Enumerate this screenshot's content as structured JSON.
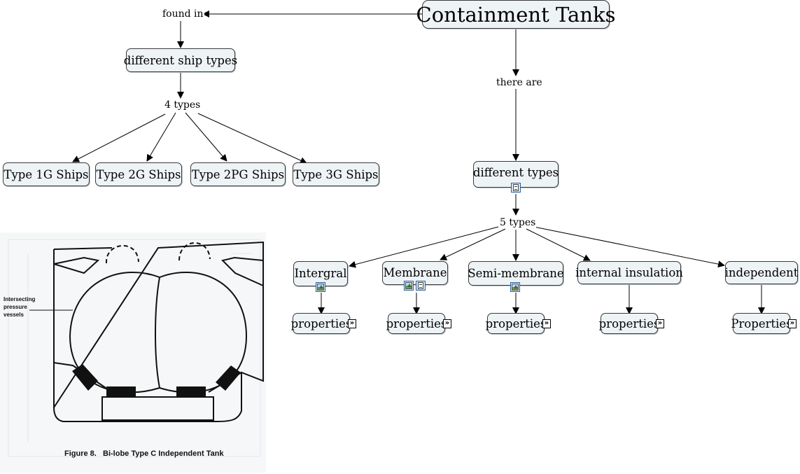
{
  "concept_map": {
    "root": "Containment Tanks",
    "links": {
      "found_in": "found in",
      "there_are": "there are",
      "four_types": "4 types",
      "five_types": "5 types"
    },
    "ship_branch": {
      "concept": "different ship types",
      "types": [
        "Type 1G Ships",
        "Type 2G Ships",
        "Type 2PG Ships",
        "Type 3G Ships"
      ]
    },
    "tank_branch": {
      "concept": "different types",
      "concept_resources": [
        "document-icon"
      ],
      "types": [
        {
          "label": "Intergral",
          "resources": [
            "image-icon"
          ],
          "child": "properties"
        },
        {
          "label": "Membrane",
          "resources": [
            "image-icon",
            "document-icon"
          ],
          "child": "properties"
        },
        {
          "label": "Semi-membrane",
          "resources": [
            "image-icon"
          ],
          "child": "properties"
        },
        {
          "label": "internal insulation",
          "resources": [],
          "child": "properties"
        },
        {
          "label": "independent",
          "resources": [],
          "child": "Properties"
        }
      ],
      "child_link_icon": "double-chevron-right-icon"
    }
  },
  "figure": {
    "annotation": "Intersecting pressure vessels",
    "caption": "Figure 8.   Bi-lobe Type C Independent Tank"
  },
  "colors": {
    "node_fill": "#eef3f6",
    "node_border": "#3a3a3a",
    "figure_background": "#f6f7f8"
  }
}
